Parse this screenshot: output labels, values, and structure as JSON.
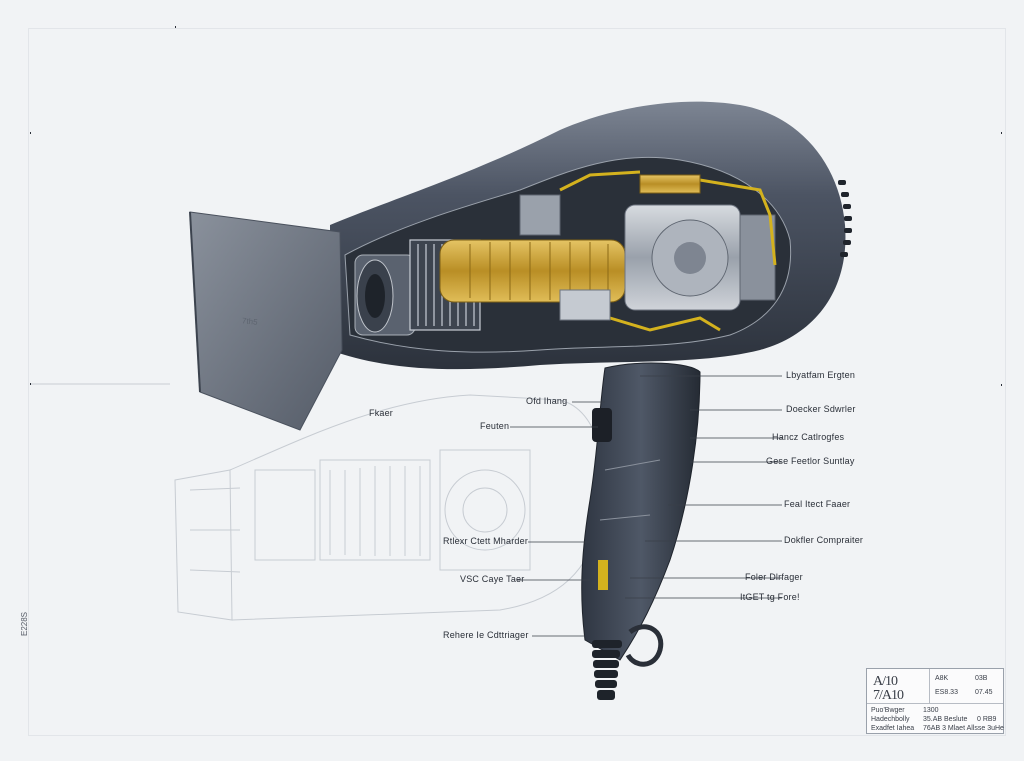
{
  "diagram": {
    "nozzle_text": "7th5",
    "labels_right": [
      "Lbyatfam Ergten",
      "Doecker Sdwrler",
      "Hancz Catlrogfes",
      "Gese Feetlor Suntlay",
      "Feal Itect Faaer",
      "Dokfler Compraiter",
      "Foler Dlrfager",
      "ItGET tg Fore!"
    ],
    "labels_left": [
      "Fkaer",
      "Ofd Ihang",
      "Feuten",
      "Rtlexr Ctett Mharder",
      "VSC Caye Taer",
      "Rehere Ie Cdttriager"
    ],
    "side_code": "E228S",
    "title_block": {
      "logo": "A/10 7/A10",
      "rows": [
        [
          "A8K",
          "03B"
        ],
        [
          "ES8.33",
          "07.45"
        ],
        [
          "Puo'Bwger",
          "1300"
        ],
        [
          "Hadechbolly",
          "35.AB Beslute",
          "0 RB9"
        ],
        [
          "Exadfet Iahea",
          "76AB 3 Mlaet Allsse 3uHe"
        ]
      ]
    },
    "colors": {
      "body": "#4a5260",
      "body_dark": "#2f3540",
      "nozzle": "#6a7280",
      "gold": "#c7a23a",
      "metal": "#b9bec6",
      "wire_yellow": "#d4b21e"
    }
  }
}
